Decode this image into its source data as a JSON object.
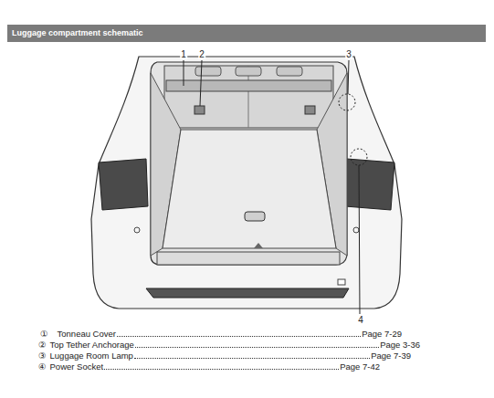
{
  "diagram": {
    "title": "Luggage compartment schematic",
    "labels": [
      "1",
      "2",
      "3",
      "4",
      "①",
      "Tonneau Cover",
      "Page 7-29",
      "②",
      "Top Tether Anchorage",
      "Page 3-36",
      "③",
      "Luggage Room Lamp",
      "Page 7-39",
      "④",
      "Power Socket",
      "Page 7-42"
    ]
  }
}
